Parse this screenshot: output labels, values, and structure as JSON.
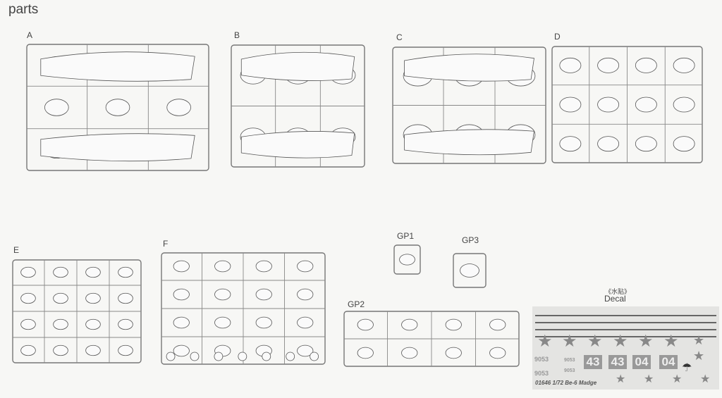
{
  "title": "parts",
  "sprues": [
    {
      "id": "A",
      "label": "A"
    },
    {
      "id": "B",
      "label": "B"
    },
    {
      "id": "C",
      "label": "C"
    },
    {
      "id": "D",
      "label": "D"
    },
    {
      "id": "E",
      "label": "E"
    },
    {
      "id": "F",
      "label": "F"
    },
    {
      "id": "GP1",
      "label": "GP1"
    },
    {
      "id": "GP2",
      "label": "GP2"
    },
    {
      "id": "GP3",
      "label": "GP3"
    }
  ],
  "decal": {
    "title_cn": "《水贴》",
    "title": "Decal",
    "numbers": [
      "43",
      "43",
      "04",
      "04"
    ],
    "serials": [
      "9053",
      "9053",
      "9053",
      "9053"
    ],
    "code": "01646  1/72 Be-6 Madge"
  }
}
